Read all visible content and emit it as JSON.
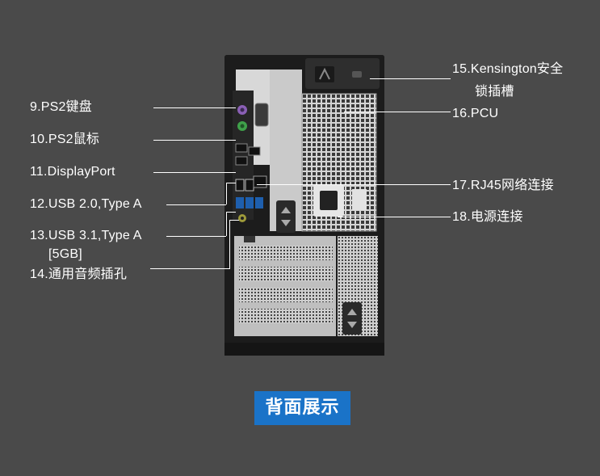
{
  "labels": {
    "l9": "9.PS2键盘",
    "l10": "10.PS2鼠标",
    "l11": "11.DisplayPort",
    "l12": "12.USB 2.0,Type A",
    "l13a": "13.USB 3.1,Type A",
    "l13b": "[5GB]",
    "l14": "14.通用音频插孔",
    "l15a": "15.Kensington安全",
    "l15b": "锁插槽",
    "l16": "16.PCU",
    "l17": "17.RJ45网络连接",
    "l18": "18.电源连接"
  },
  "footer_label": "背面展示",
  "colors": {
    "background": "#4a4a4a",
    "footer": "#1a73c8",
    "text": "#ffffff"
  }
}
